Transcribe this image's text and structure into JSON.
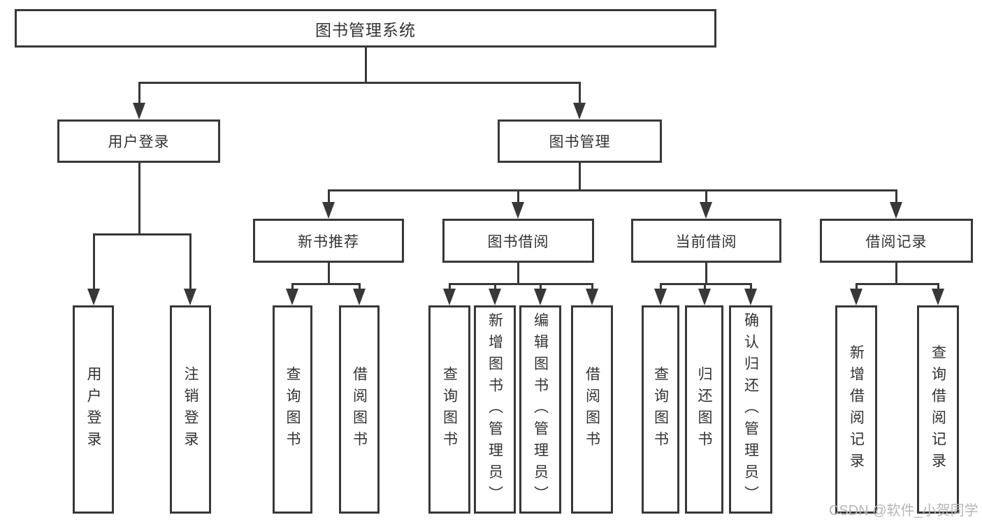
{
  "colors": {
    "line": "#383838",
    "text": "#333333",
    "watermark": "#b5b5b5",
    "background": "#ffffff"
  },
  "watermark": "CSDN @软件_小贺同学",
  "tree": {
    "root": {
      "label": "图书管理系统",
      "children": [
        {
          "label": "用户登录",
          "children": [
            {
              "label": "用户登录"
            },
            {
              "label": "注销登录"
            }
          ]
        },
        {
          "label": "图书管理",
          "children": [
            {
              "label": "新书推荐",
              "children": [
                {
                  "label": "查询图书"
                },
                {
                  "label": "借阅图书"
                }
              ]
            },
            {
              "label": "图书借阅",
              "children": [
                {
                  "label": "查询图书"
                },
                {
                  "label": "新增图书（管理员）"
                },
                {
                  "label": "编辑图书（管理员）"
                },
                {
                  "label": "借阅图书"
                }
              ]
            },
            {
              "label": "当前借阅",
              "children": [
                {
                  "label": "查询图书"
                },
                {
                  "label": "归还图书"
                },
                {
                  "label": "确认归还（管理员）"
                }
              ]
            },
            {
              "label": "借阅记录",
              "children": [
                {
                  "label": "新增借阅记录"
                },
                {
                  "label": "查询借阅记录"
                }
              ]
            }
          ]
        }
      ]
    }
  }
}
